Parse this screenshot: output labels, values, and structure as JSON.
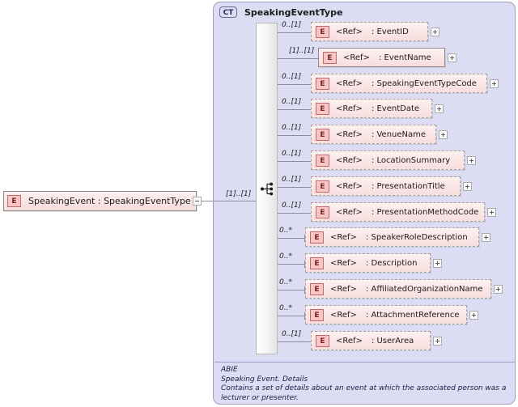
{
  "root": {
    "icon": "element-icon",
    "badge": "E",
    "label": "SpeakingEvent : SpeakingEventType",
    "collapse_icon": "minus-icon"
  },
  "complex_type": {
    "badge": "CT",
    "title": "SpeakingEventType",
    "compositor": "sequence-icon",
    "cardinality": "[1]..[1]"
  },
  "elements": [
    {
      "cardinality": "0..[1]",
      "badge": "E",
      "ref": "<Ref>",
      "name": ": EventID",
      "required": false,
      "unbounded": false
    },
    {
      "cardinality": "[1]..[1]",
      "badge": "E",
      "ref": "<Ref>",
      "name": ": EventName",
      "required": true,
      "unbounded": false
    },
    {
      "cardinality": "0..[1]",
      "badge": "E",
      "ref": "<Ref>",
      "name": ": SpeakingEventTypeCode",
      "required": false,
      "unbounded": false
    },
    {
      "cardinality": "0..[1]",
      "badge": "E",
      "ref": "<Ref>",
      "name": ": EventDate",
      "required": false,
      "unbounded": false
    },
    {
      "cardinality": "0..[1]",
      "badge": "E",
      "ref": "<Ref>",
      "name": ": VenueName",
      "required": false,
      "unbounded": false
    },
    {
      "cardinality": "0..[1]",
      "badge": "E",
      "ref": "<Ref>",
      "name": ": LocationSummary",
      "required": false,
      "unbounded": false
    },
    {
      "cardinality": "0..[1]",
      "badge": "E",
      "ref": "<Ref>",
      "name": ": PresentationTitle",
      "required": false,
      "unbounded": false
    },
    {
      "cardinality": "0..[1]",
      "badge": "E",
      "ref": "<Ref>",
      "name": ": PresentationMethodCode",
      "required": false,
      "unbounded": false
    },
    {
      "cardinality": "0..*",
      "badge": "E",
      "ref": "<Ref>",
      "name": ": SpeakerRoleDescription",
      "required": false,
      "unbounded": true
    },
    {
      "cardinality": "0..*",
      "badge": "E",
      "ref": "<Ref>",
      "name": ": Description",
      "required": false,
      "unbounded": true
    },
    {
      "cardinality": "0..*",
      "badge": "E",
      "ref": "<Ref>",
      "name": ": AffiliatedOrganizationName",
      "required": false,
      "unbounded": true
    },
    {
      "cardinality": "0..*",
      "badge": "E",
      "ref": "<Ref>",
      "name": ": AttachmentReference",
      "required": false,
      "unbounded": true
    },
    {
      "cardinality": "0..[1]",
      "badge": "E",
      "ref": "<Ref>",
      "name": ": UserArea",
      "required": false,
      "unbounded": false
    }
  ],
  "annotation": {
    "line1": "ABIE",
    "line2": "Speaking Event. Details",
    "line3": "Contains a set of details about an event at which the associated person was a lecturer or presenter."
  },
  "colors": {
    "element_fill": "#fbe7e7",
    "element_border": "#8a8a8a",
    "panel_fill": "#dcdcf2",
    "panel_border": "#9d9dc4",
    "badge_fill": "#f7c6c6",
    "connector": "#8c8c9c"
  }
}
